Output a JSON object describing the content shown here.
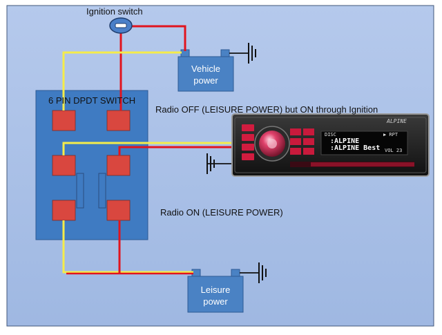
{
  "labels": {
    "ignition_switch": "Ignition switch",
    "switch_title": "6 PIN DPDT SWITCH",
    "radio_off_note": "Radio OFF (LEISURE POWER) but ON through Ignition",
    "radio_on_note": "Radio ON (LEISURE POWER)"
  },
  "batteries": {
    "vehicle": {
      "line1": "Vehicle",
      "line2": "power"
    },
    "leisure": {
      "line1": "Leisure",
      "line2": "power"
    }
  },
  "radio": {
    "brand": "ALPINE",
    "display_line1": "DISC",
    "display_line2": ":ALPINE",
    "display_line3": ":ALPINE Best",
    "track": "▶ RPT",
    "volume": "VOL 23"
  },
  "colors": {
    "background_panel": "#a7bfe6",
    "switch_body": "#3f7bc2",
    "terminal": "#d9473f",
    "battery": "#4a82c4",
    "wire_red": "#e1141e",
    "wire_yellow": "#f5ec4a",
    "ground": "#111111"
  },
  "icons": [
    "ground-symbol-icon",
    "ignition-switch-icon",
    "car-radio-icon"
  ]
}
